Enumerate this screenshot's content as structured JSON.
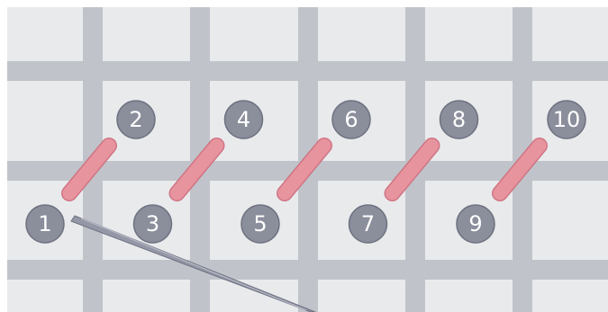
{
  "colors": {
    "background": "#ffffff",
    "fabric": "#e9eaec",
    "grid": "#c0c4ca",
    "stitch_fill": "#e8949f",
    "stitch_edge": "#cf7584",
    "badge_fill": "#8b8e9b",
    "badge_edge": "#6e7180",
    "badge_text": "#ffffff",
    "needle": "#9497a6",
    "needle_edge": "#6d7080"
  },
  "stitches": [
    {
      "start_label": "1",
      "end_label": "2"
    },
    {
      "start_label": "3",
      "end_label": "4"
    },
    {
      "start_label": "5",
      "end_label": "6"
    },
    {
      "start_label": "7",
      "end_label": "8"
    },
    {
      "start_label": "9",
      "end_label": "10"
    }
  ],
  "needle_icon": "needle-icon"
}
